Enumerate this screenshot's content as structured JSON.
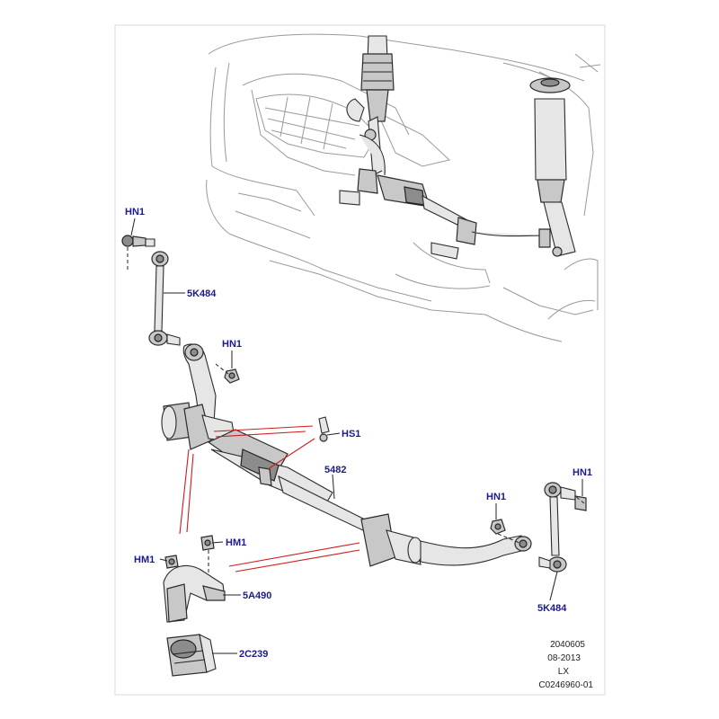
{
  "callouts": {
    "hn1_top_left": "HN1",
    "link_left": "5K484",
    "hn1_mid_left": "HN1",
    "hs1": "HS1",
    "bar": "5482",
    "hn1_right_bracket": "HN1",
    "hn1_far_right": "HN1",
    "hm1_bolt": "HM1",
    "hm1_left": "HM1",
    "clamp": "5A490",
    "bush": "2C239",
    "link_right": "5K484"
  },
  "stamp": {
    "line1": "2040605",
    "line2": "08-2013",
    "line3": "LX",
    "line4": "C0246960-01"
  },
  "colors": {
    "callout_text": "#1a1a8c",
    "red_leader": "#d01a1a",
    "car_outline": "#9a9a9a"
  }
}
